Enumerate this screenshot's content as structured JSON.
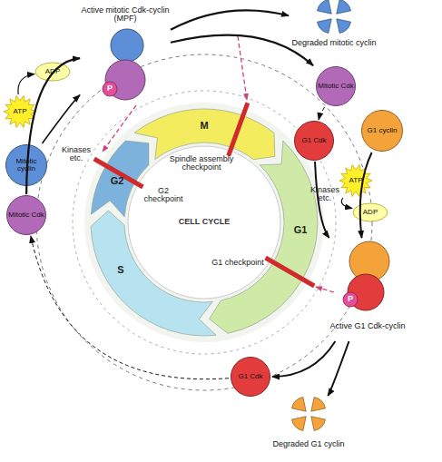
{
  "diagram": {
    "nodes": [
      {
        "text": [
          "Active mitotic Cdk-cyclin (MPF)",
          "P"
        ]
      },
      {
        "text": [
          "Degraded mitotic cyclin"
        ]
      },
      {
        "text": [
          "Mitotic Cdk"
        ]
      },
      {
        "text": [
          "G1 Cdk"
        ]
      },
      {
        "text": [
          "G1 cyclin"
        ]
      },
      {
        "text": [
          "ATP"
        ]
      },
      {
        "text": [
          "ADP"
        ]
      },
      {
        "text": [
          "Active G1 Cdk-cyclin",
          "P"
        ]
      },
      {
        "text": [
          "G1 Cdk"
        ]
      },
      {
        "text": [
          "Degraded G1 cyclin"
        ]
      },
      {
        "text": [
          "Mitotic Cdk"
        ]
      },
      {
        "text": [
          "Mitotic cyclin"
        ]
      },
      {
        "text": [
          "ATP"
        ]
      },
      {
        "text": [
          "ADP"
        ]
      },
      {
        "text": [
          "CELL CYCLE"
        ]
      }
    ],
    "edges": [
      {
        "from": 0,
        "to": 1,
        "arrow": "to"
      },
      {
        "from": 0,
        "to": 2,
        "arrow": "to"
      },
      {
        "from": 2,
        "to": 3,
        "arrow": "to"
      },
      {
        "from": 3,
        "to": 7,
        "arrow": "to"
      },
      {
        "from": 4,
        "to": 7,
        "arrow": "to"
      },
      {
        "from": 5,
        "to": 6,
        "arrow": "to"
      },
      {
        "from": 7,
        "to": 8,
        "arrow": "to"
      },
      {
        "from": 7,
        "to": 9,
        "arrow": "to"
      },
      {
        "from": 8,
        "to": 10,
        "arrow": "to"
      },
      {
        "from": 10,
        "to": 0,
        "arrow": "to"
      },
      {
        "from": 11,
        "to": 0,
        "arrow": "to"
      },
      {
        "from": 12,
        "to": 13,
        "arrow": "to"
      }
    ],
    "labels": [
      "Kinases etc.",
      "Kinases etc.",
      "M",
      "G1",
      "S",
      "G2",
      "G2 checkpoint",
      "Spindle assembly checkpoint",
      "G1 checkpoint"
    ]
  }
}
